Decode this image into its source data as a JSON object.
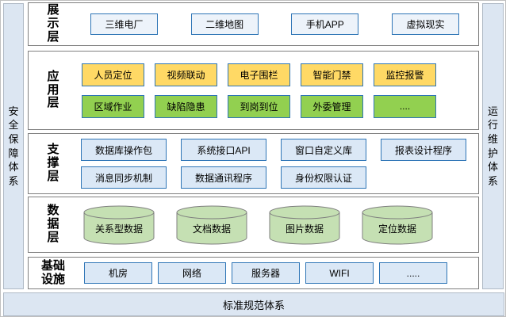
{
  "frame": {
    "left_sidebar": "安全保障体系",
    "right_sidebar": "运行维护体系",
    "bottom_bar": "标准规范体系"
  },
  "colors": {
    "panel_border": "#7f7f7f",
    "frame_bar_fill": "#dce6f2",
    "box_light_fill": "#edf3fa",
    "box_blue_fill": "#dbe8f6",
    "box_border_blue": "#2e75b6",
    "box_yellow_fill": "#ffd965",
    "box_green_fill": "#92d050",
    "cylinder_fill": "#c5e0b3",
    "cylinder_border": "#7f7f7f"
  },
  "layers": {
    "presentation": {
      "label": "展示层",
      "boxes": [
        "三维电厂",
        "二维地图",
        "手机APP",
        "虚拟现实"
      ]
    },
    "application": {
      "label": "应用层",
      "row1": [
        "人员定位",
        "视频联动",
        "电子围栏",
        "智能门禁",
        "监控报警"
      ],
      "row2": [
        "区域作业",
        "缺陷隐患",
        "到岗到位",
        "外委管理",
        "...."
      ]
    },
    "support": {
      "label": "支撑层",
      "row1": [
        "数据库操作包",
        "系统接口API",
        "窗口自定义库",
        "报表设计程序"
      ],
      "row2": [
        "消息同步机制",
        "数据通讯程序",
        "身份权限认证"
      ]
    },
    "data": {
      "label": "数据层",
      "cylinders": [
        "关系型数据",
        "文档数据",
        "图片数据",
        "定位数据"
      ]
    },
    "infrastructure": {
      "label": "基础设施",
      "boxes": [
        "机房",
        "网络",
        "服务器",
        "WIFI",
        "....."
      ]
    }
  }
}
